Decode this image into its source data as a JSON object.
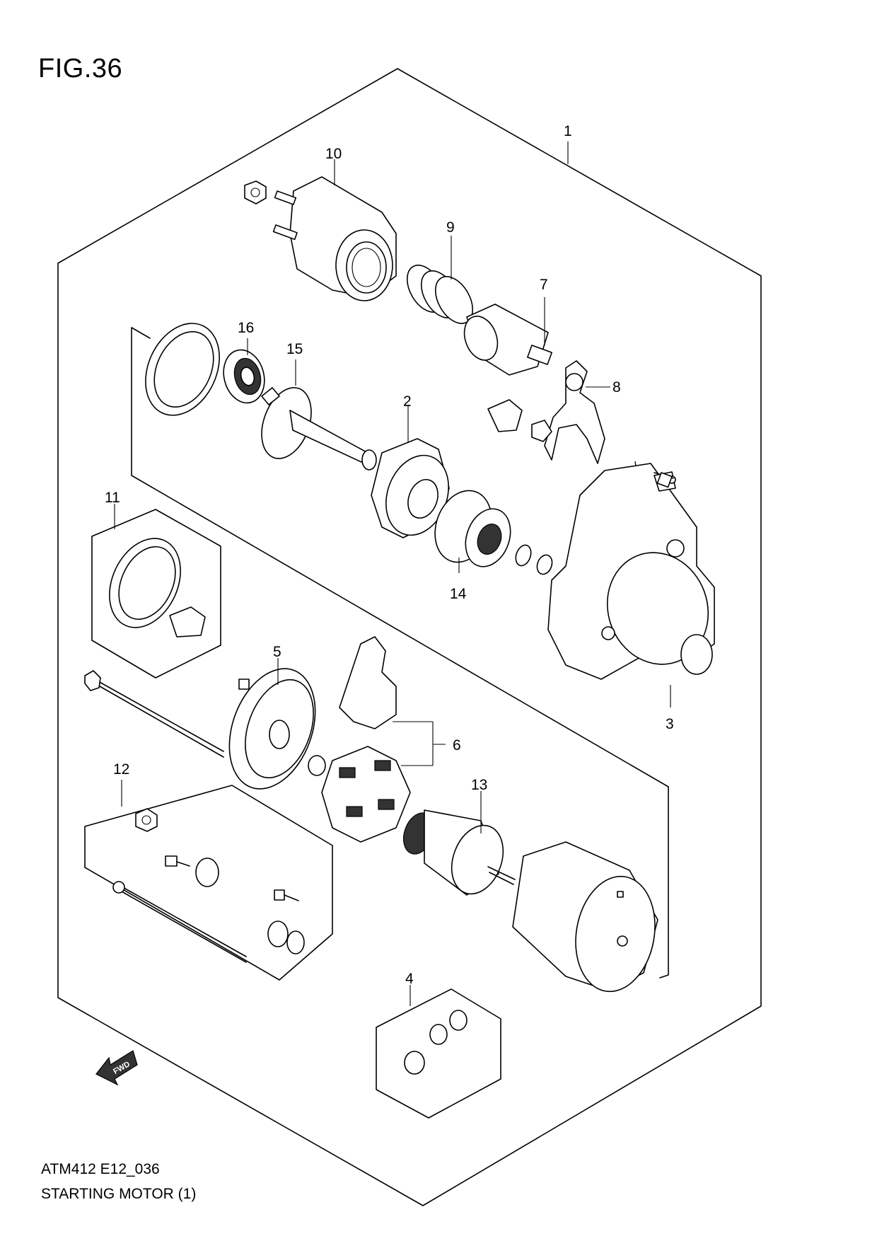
{
  "figure": {
    "title": "FIG.36"
  },
  "footer": {
    "code": "ATM412 E12_036",
    "name": "STARTING MOTOR (1)"
  },
  "fwd_label": "FWD",
  "callouts": {
    "p1": "1",
    "p2": "2",
    "p3": "3",
    "p4": "4",
    "p5": "5",
    "p6": "6",
    "p7": "7",
    "p8": "8",
    "p9": "9",
    "p10": "10",
    "p11": "11",
    "p12": "12",
    "p13": "13",
    "p14": "14",
    "p15": "15",
    "p16": "16"
  },
  "colors": {
    "line": "#000000",
    "background": "#ffffff"
  }
}
